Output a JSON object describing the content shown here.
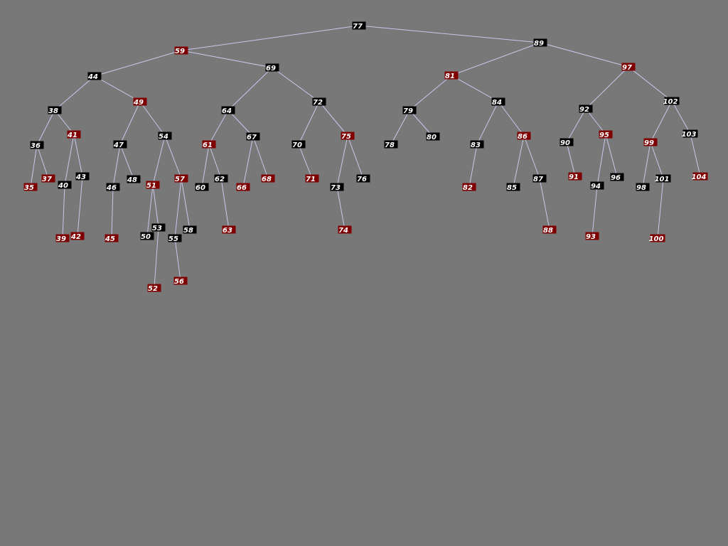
{
  "diagram": {
    "type": "red-black-tree",
    "colors": {
      "background": "#787878",
      "black_node": "#000000",
      "red_node": "#7f0000",
      "edge": "#c8c8ec",
      "label": "#ffffff"
    },
    "nodes": [
      {
        "id": 77,
        "label": "77",
        "color": "black",
        "parent": null,
        "depth": 0
      },
      {
        "id": 59,
        "label": "59",
        "color": "red",
        "parent": 77,
        "depth": 1
      },
      {
        "id": 89,
        "label": "89",
        "color": "black",
        "parent": 77,
        "depth": 1
      },
      {
        "id": 44,
        "label": "44",
        "color": "black",
        "parent": 59,
        "depth": 2
      },
      {
        "id": 69,
        "label": "69",
        "color": "black",
        "parent": 59,
        "depth": 2
      },
      {
        "id": 81,
        "label": "81",
        "color": "red",
        "parent": 89,
        "depth": 2
      },
      {
        "id": 97,
        "label": "97",
        "color": "red",
        "parent": 89,
        "depth": 2
      },
      {
        "id": 38,
        "label": "38",
        "color": "black",
        "parent": 44,
        "depth": 3
      },
      {
        "id": 49,
        "label": "49",
        "color": "red",
        "parent": 44,
        "depth": 3
      },
      {
        "id": 64,
        "label": "64",
        "color": "black",
        "parent": 69,
        "depth": 3
      },
      {
        "id": 72,
        "label": "72",
        "color": "black",
        "parent": 69,
        "depth": 3
      },
      {
        "id": 79,
        "label": "79",
        "color": "black",
        "parent": 81,
        "depth": 3
      },
      {
        "id": 84,
        "label": "84",
        "color": "black",
        "parent": 81,
        "depth": 3
      },
      {
        "id": 92,
        "label": "92",
        "color": "black",
        "parent": 97,
        "depth": 3
      },
      {
        "id": 102,
        "label": "102",
        "color": "black",
        "parent": 97,
        "depth": 3
      },
      {
        "id": 36,
        "label": "36",
        "color": "black",
        "parent": 38,
        "depth": 4
      },
      {
        "id": 41,
        "label": "41",
        "color": "red",
        "parent": 38,
        "depth": 4
      },
      {
        "id": 47,
        "label": "47",
        "color": "black",
        "parent": 49,
        "depth": 4
      },
      {
        "id": 54,
        "label": "54",
        "color": "black",
        "parent": 49,
        "depth": 4
      },
      {
        "id": 61,
        "label": "61",
        "color": "red",
        "parent": 64,
        "depth": 4
      },
      {
        "id": 67,
        "label": "67",
        "color": "black",
        "parent": 64,
        "depth": 4
      },
      {
        "id": 70,
        "label": "70",
        "color": "black",
        "parent": 72,
        "depth": 4
      },
      {
        "id": 75,
        "label": "75",
        "color": "red",
        "parent": 72,
        "depth": 4
      },
      {
        "id": 78,
        "label": "78",
        "color": "black",
        "parent": 79,
        "depth": 4
      },
      {
        "id": 80,
        "label": "80",
        "color": "black",
        "parent": 79,
        "depth": 4
      },
      {
        "id": 83,
        "label": "83",
        "color": "black",
        "parent": 84,
        "depth": 4
      },
      {
        "id": 86,
        "label": "86",
        "color": "red",
        "parent": 84,
        "depth": 4
      },
      {
        "id": 90,
        "label": "90",
        "color": "black",
        "parent": 92,
        "depth": 4
      },
      {
        "id": 95,
        "label": "95",
        "color": "red",
        "parent": 92,
        "depth": 4
      },
      {
        "id": 99,
        "label": "99",
        "color": "red",
        "parent": 102,
        "depth": 4
      },
      {
        "id": 103,
        "label": "103",
        "color": "black",
        "parent": 102,
        "depth": 4
      },
      {
        "id": 35,
        "label": "35",
        "color": "red",
        "parent": 36,
        "depth": 5
      },
      {
        "id": 37,
        "label": "37",
        "color": "red",
        "parent": 36,
        "depth": 5
      },
      {
        "id": 40,
        "label": "40",
        "color": "black",
        "parent": 41,
        "depth": 5
      },
      {
        "id": 43,
        "label": "43",
        "color": "black",
        "parent": 41,
        "depth": 5
      },
      {
        "id": 46,
        "label": "46",
        "color": "black",
        "parent": 47,
        "depth": 5
      },
      {
        "id": 48,
        "label": "48",
        "color": "black",
        "parent": 47,
        "depth": 5
      },
      {
        "id": 51,
        "label": "51",
        "color": "red",
        "parent": 54,
        "depth": 5
      },
      {
        "id": 57,
        "label": "57",
        "color": "red",
        "parent": 54,
        "depth": 5
      },
      {
        "id": 60,
        "label": "60",
        "color": "black",
        "parent": 61,
        "depth": 5
      },
      {
        "id": 62,
        "label": "62",
        "color": "black",
        "parent": 61,
        "depth": 5
      },
      {
        "id": 66,
        "label": "66",
        "color": "red",
        "parent": 67,
        "depth": 5
      },
      {
        "id": 68,
        "label": "68",
        "color": "red",
        "parent": 67,
        "depth": 5
      },
      {
        "id": 71,
        "label": "71",
        "color": "red",
        "parent": 70,
        "depth": 5
      },
      {
        "id": 73,
        "label": "73",
        "color": "black",
        "parent": 75,
        "depth": 5
      },
      {
        "id": 76,
        "label": "76",
        "color": "black",
        "parent": 75,
        "depth": 5
      },
      {
        "id": 82,
        "label": "82",
        "color": "red",
        "parent": 83,
        "depth": 5
      },
      {
        "id": 85,
        "label": "85",
        "color": "black",
        "parent": 86,
        "depth": 5
      },
      {
        "id": 87,
        "label": "87",
        "color": "black",
        "parent": 86,
        "depth": 5
      },
      {
        "id": 91,
        "label": "91",
        "color": "red",
        "parent": 90,
        "depth": 5
      },
      {
        "id": 94,
        "label": "94",
        "color": "black",
        "parent": 95,
        "depth": 5
      },
      {
        "id": 96,
        "label": "96",
        "color": "black",
        "parent": 95,
        "depth": 5
      },
      {
        "id": 98,
        "label": "98",
        "color": "black",
        "parent": 99,
        "depth": 5
      },
      {
        "id": 101,
        "label": "101",
        "color": "black",
        "parent": 99,
        "depth": 5
      },
      {
        "id": 104,
        "label": "104",
        "color": "red",
        "parent": 103,
        "depth": 5
      },
      {
        "id": 39,
        "label": "39",
        "color": "red",
        "parent": 40,
        "depth": 6
      },
      {
        "id": 42,
        "label": "42",
        "color": "red",
        "parent": 43,
        "depth": 6
      },
      {
        "id": 45,
        "label": "45",
        "color": "red",
        "parent": 46,
        "depth": 6
      },
      {
        "id": 50,
        "label": "50",
        "color": "black",
        "parent": 51,
        "depth": 6
      },
      {
        "id": 53,
        "label": "53",
        "color": "black",
        "parent": 51,
        "depth": 6
      },
      {
        "id": 55,
        "label": "55",
        "color": "black",
        "parent": 57,
        "depth": 6
      },
      {
        "id": 58,
        "label": "58",
        "color": "black",
        "parent": 57,
        "depth": 6
      },
      {
        "id": 63,
        "label": "63",
        "color": "red",
        "parent": 62,
        "depth": 6
      },
      {
        "id": 74,
        "label": "74",
        "color": "red",
        "parent": 73,
        "depth": 6
      },
      {
        "id": 88,
        "label": "88",
        "color": "red",
        "parent": 87,
        "depth": 6
      },
      {
        "id": 93,
        "label": "93",
        "color": "red",
        "parent": 94,
        "depth": 6
      },
      {
        "id": 100,
        "label": "100",
        "color": "red",
        "parent": 101,
        "depth": 6
      },
      {
        "id": 52,
        "label": "52",
        "color": "red",
        "parent": 53,
        "depth": 7
      },
      {
        "id": 56,
        "label": "56",
        "color": "red",
        "parent": 55,
        "depth": 7
      }
    ]
  }
}
